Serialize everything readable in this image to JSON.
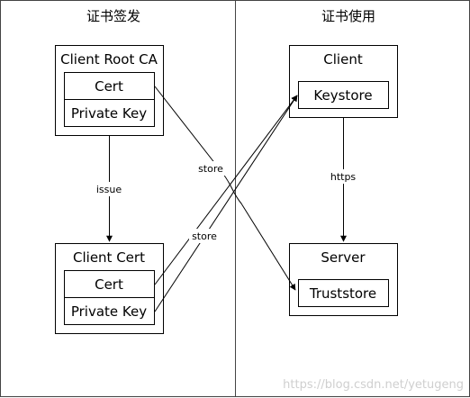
{
  "sections": {
    "left_title": "证书签发",
    "right_title": "证书使用"
  },
  "nodes": {
    "client_root_ca": {
      "title": "Client Root CA",
      "cells": [
        "Cert",
        "Private Key"
      ]
    },
    "client_cert": {
      "title": "Client Cert",
      "cells": [
        "Cert",
        "Private Key"
      ]
    },
    "client": {
      "title": "Client",
      "cells": [
        "Keystore"
      ]
    },
    "server": {
      "title": "Server",
      "cells": [
        "Truststore"
      ]
    }
  },
  "edges": {
    "issue": "issue",
    "store_truststore": "store",
    "store_keystore": "store",
    "https": "https"
  },
  "watermark": "https://blog.csdn.net/yetugeng"
}
